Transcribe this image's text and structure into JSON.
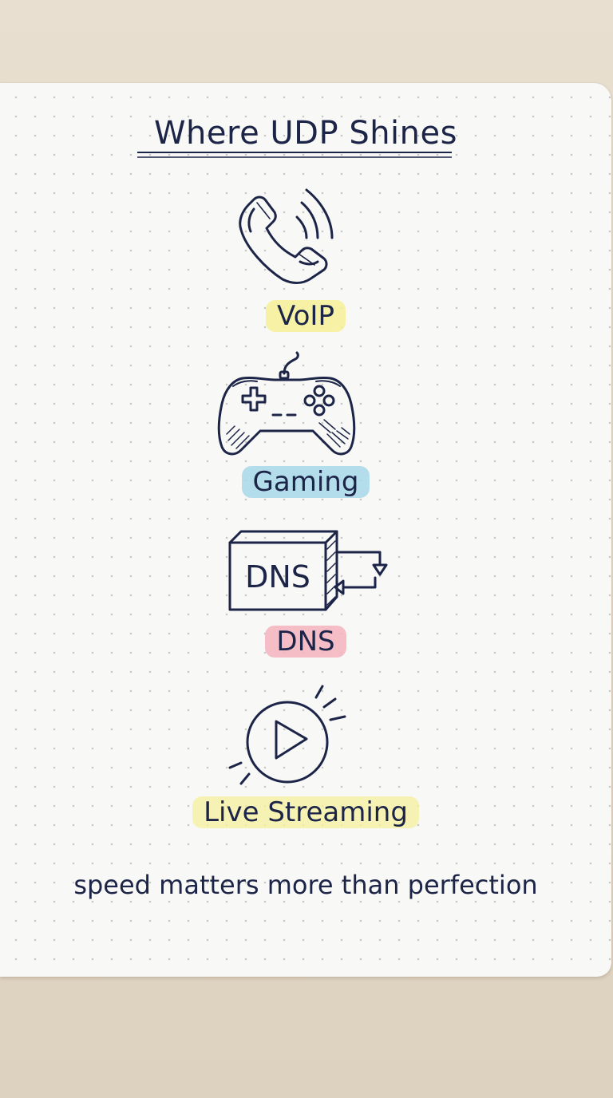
{
  "title": "Where UDP Shines",
  "items": [
    {
      "icon": "phone-icon",
      "label": "VoIP",
      "highlight": "#f6f096"
    },
    {
      "icon": "gamepad-icon",
      "label": "Gaming",
      "highlight": "#a8d8ea"
    },
    {
      "icon": "dns-box-icon",
      "box_text": "DNS",
      "label": "DNS",
      "highlight": "#f4b4be"
    },
    {
      "icon": "play-icon",
      "label": "Live Streaming",
      "highlight": "#f4f0a2"
    }
  ],
  "tagline": "speed matters more than perfection",
  "colors": {
    "ink": "#1c2448",
    "paper": "#f8f8f6",
    "desk": "#e4d9c8"
  }
}
